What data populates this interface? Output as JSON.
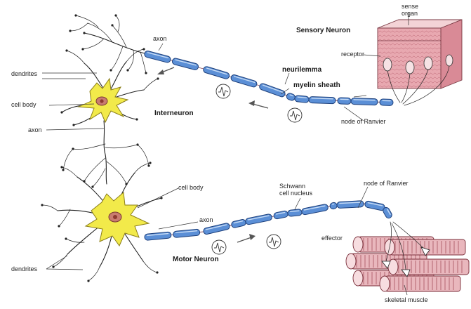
{
  "labels": {
    "sense_organ_line1": "sense",
    "sense_organ_line2": "organ",
    "sensory_neuron": "Sensory Neuron",
    "axon_top": "axon",
    "receptor": "receptor",
    "dendrites_top": "dendrites",
    "neurilemma": "neurilemma",
    "myelin_sheath": "myelin sheath",
    "cell_body_top": "cell body",
    "interneuron": "Interneuron",
    "node_of_ranvier_top": "node of Ranvier",
    "axon_left": "axon",
    "cell_body_mid": "cell body",
    "schwann_line1": "Schwann",
    "schwann_line2": "cell nucleus",
    "node_of_ranvier_bottom": "node of Ranvier",
    "axon_mid": "axon",
    "effector": "effector",
    "motor_neuron": "Motor Neuron",
    "dendrites_bottom": "dendrites",
    "skeletal_muscle": "skeletal muscle"
  },
  "colors": {
    "cell_body": "#f2ea4a",
    "nucleus": "#c97c70",
    "myelin": "#5b8fd6",
    "skin": "#e8a8b0",
    "muscle": "#e9b7bd"
  }
}
